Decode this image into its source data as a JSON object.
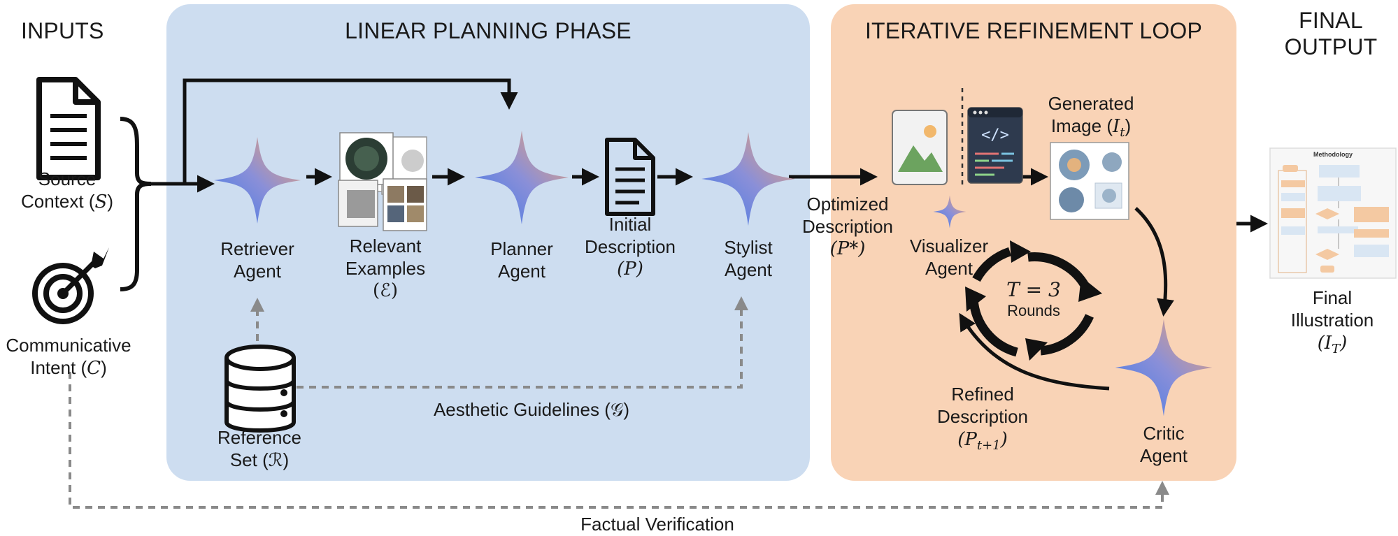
{
  "sections": {
    "inputs": "INPUTS",
    "linear": "LINEAR PLANNING PHASE",
    "iterative": "ITERATIVE REFINEMENT LOOP",
    "final_line1": "FINAL",
    "final_line2": "OUTPUT"
  },
  "inputs": {
    "source": {
      "line1": "Source",
      "line2": "Context (",
      "sym": "S",
      "close": ")"
    },
    "intent": {
      "line1": "Communicative",
      "line2": "Intent (",
      "sym": "C",
      "close": ")"
    }
  },
  "linear": {
    "retriever": {
      "line1": "Retriever",
      "line2": "Agent"
    },
    "examples": {
      "line1": "Relevant",
      "line2": "Examples",
      "sym": "(ℰ)"
    },
    "planner": {
      "line1": "Planner",
      "line2": "Agent"
    },
    "initial": {
      "line1": "Initial",
      "line2": "Description",
      "sym": "(P)"
    },
    "stylist": {
      "line1": "Stylist",
      "line2": "Agent"
    },
    "reference": {
      "line1": "Reference",
      "line2": "Set (",
      "sym": "ℛ",
      "close": ")"
    },
    "guidelines": {
      "text": "Aesthetic Guidelines (",
      "sym": "𝒢",
      "close": ")"
    }
  },
  "bridge": {
    "line1": "Optimized",
    "line2": "Description",
    "sym": "(P*)"
  },
  "iterative": {
    "visualizer": {
      "line1": "Visualizer",
      "line2": "Agent"
    },
    "generated": {
      "line1": "Generated",
      "line2": "Image (",
      "sym": "I",
      "sub": "t",
      "close": ")"
    },
    "rounds": {
      "eq": "T = 3",
      "label": "Rounds"
    },
    "refined": {
      "line1": "Refined",
      "line2": "Description",
      "sym": "(P",
      "sub": "t+1",
      "close": ")"
    },
    "critic": {
      "line1": "Critic",
      "line2": "Agent"
    }
  },
  "final": {
    "thumb_title": "Methodology",
    "line1": "Final",
    "line2": "Illustration",
    "sym": "(I",
    "sub": "T",
    "close": ")"
  },
  "verification": "Factual Verification",
  "colors": {
    "linear_bg": "#cdddf0",
    "iterative_bg": "#f9d3b6",
    "star_blue": "#4a7fe0",
    "star_orange": "#f0a070",
    "arrow": "#111111",
    "dashed": "#8a8a8a"
  }
}
